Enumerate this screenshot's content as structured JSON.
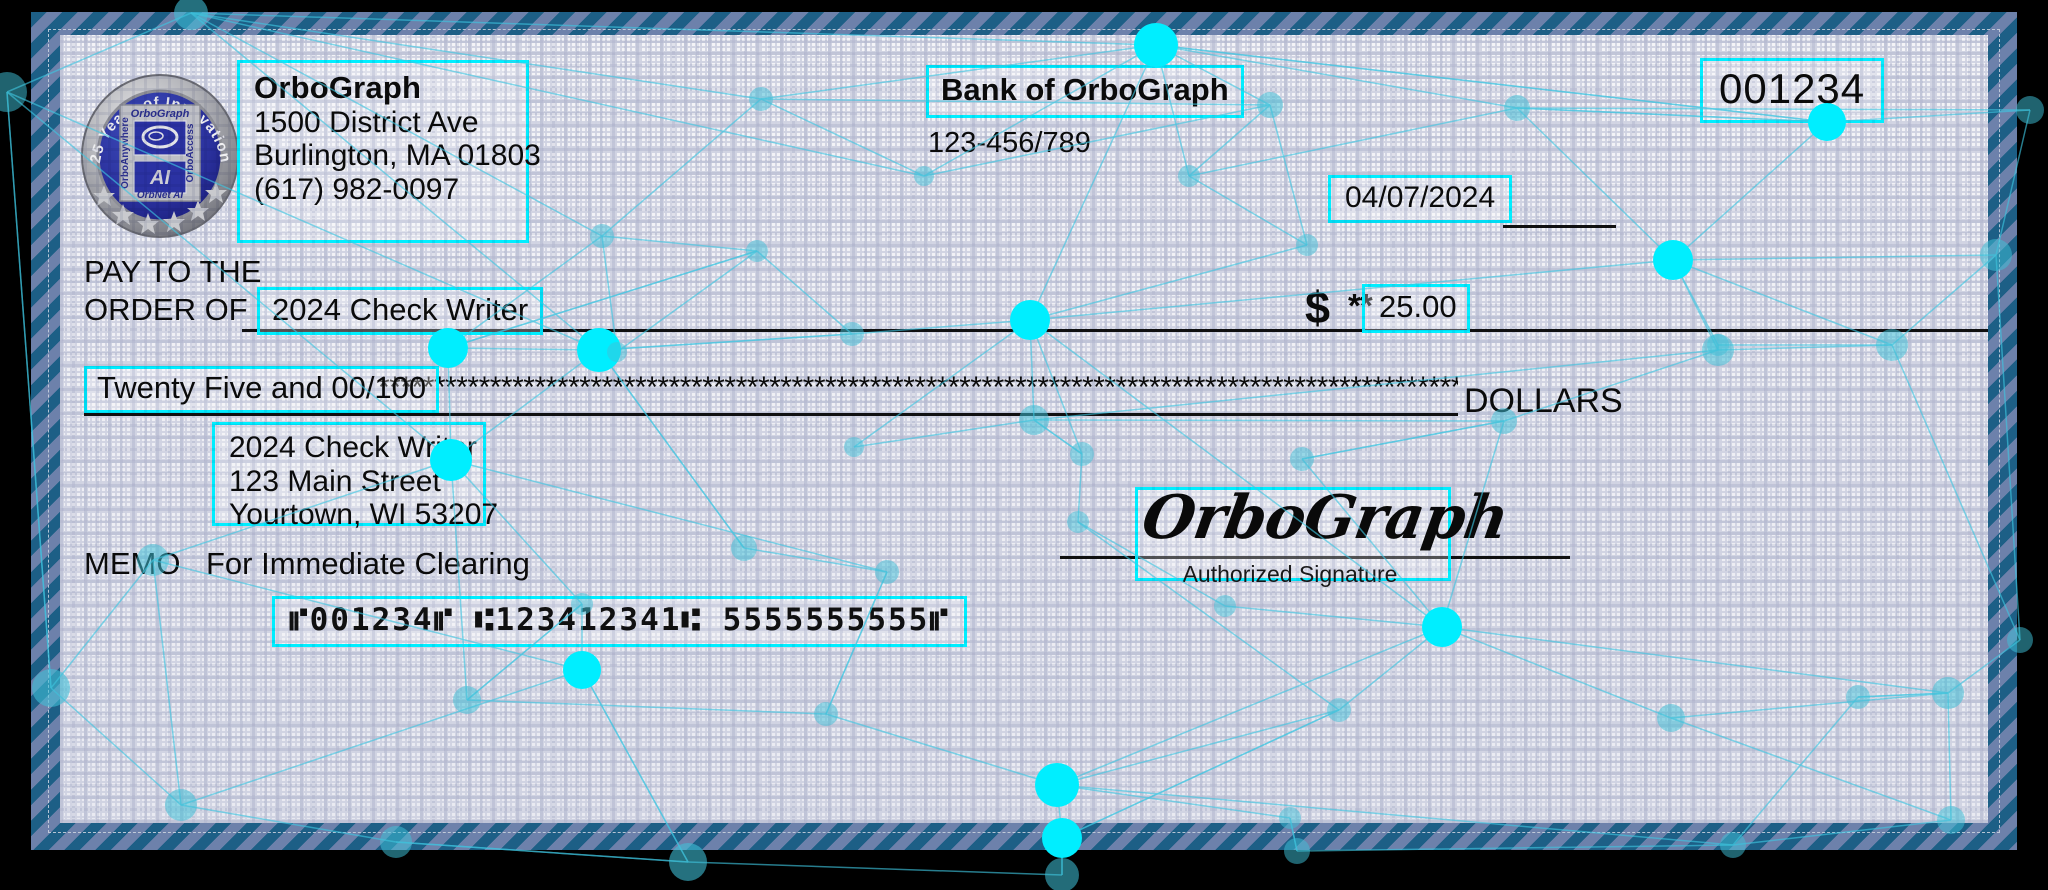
{
  "document": {
    "type": "personal-check",
    "accent_color": "#00eeff",
    "border_colors": [
      "#1d5f86",
      "#6d81ab"
    ],
    "paper_color": "#eff0f4"
  },
  "seal": {
    "arc_text": "25 Years of Innovation",
    "center_top": "OrboGraph",
    "left_label": "OrboAnywhere",
    "right_label": "OrboAccess",
    "center_bottom": "OrbNet AI",
    "badge_text": "AI"
  },
  "payer": {
    "name": "OrboGraph",
    "address_line1": "1500 District Ave",
    "address_line2": "Burlington, MA 01803",
    "phone": "(617) 982-0097"
  },
  "bank": {
    "name": "Bank of OrboGraph",
    "fraction": "123-456/789"
  },
  "check": {
    "number": "001234",
    "date": "04/07/2024"
  },
  "pay_to": {
    "label_line1": "PAY TO THE",
    "label_line2": "ORDER OF",
    "payee": "2024 Check Writer"
  },
  "amount": {
    "currency_symbol": "$",
    "leading_stars": "**",
    "numeric": "25.00",
    "legal": "Twenty Five and 00/100",
    "legal_fill": "******************************************************************************************************",
    "dollars_label": "DOLLARS"
  },
  "payee_address": {
    "line1": "2024 Check Writer",
    "line2": "123 Main Street",
    "line3": "Yourtown, WI 53207"
  },
  "memo": {
    "label": "MEMO",
    "text": "For Immediate Clearing"
  },
  "signature": {
    "script": "OrboGraph",
    "label": "Authorized Signature"
  },
  "micr": {
    "line": "⑈001234⑈  ⑆123412341⑆   5555555555⑈",
    "check_number": "001234",
    "routing": "123412341",
    "account": "5555555555"
  }
}
